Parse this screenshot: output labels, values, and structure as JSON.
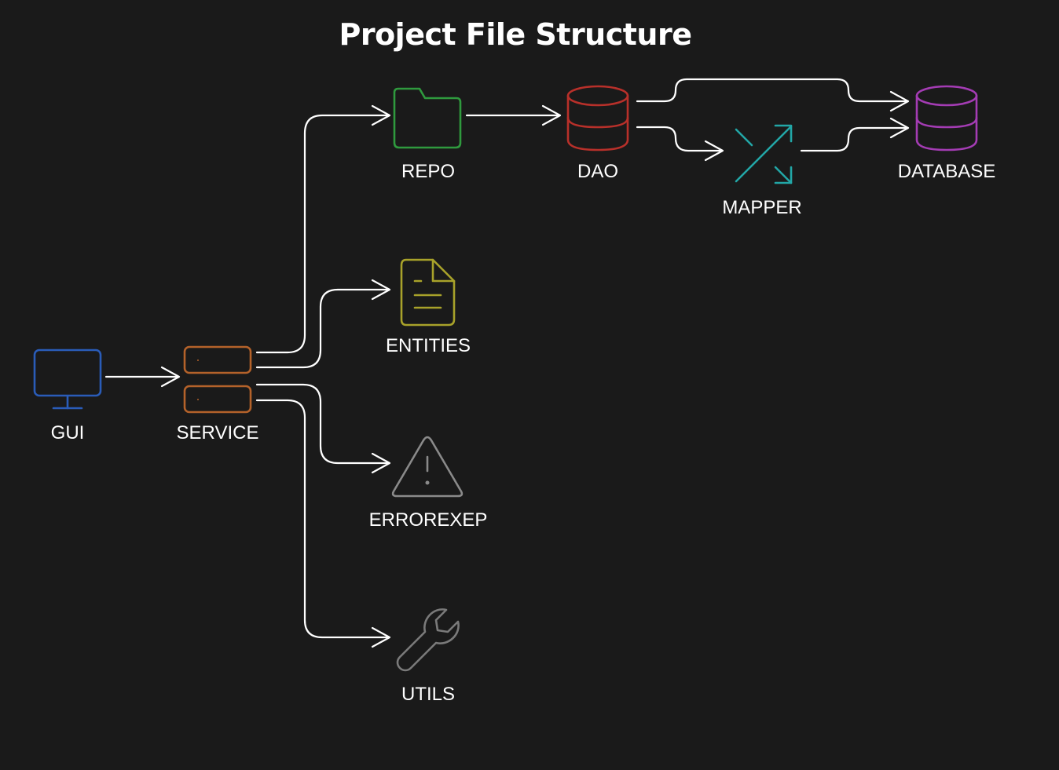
{
  "title": "Project File Structure",
  "colors": {
    "background": "#1a1a1a",
    "text": "#ffffff",
    "connector": "#ffffff",
    "gui": "#2a5cb8",
    "service": "#b4622a",
    "repo": "#2f9a3e",
    "dao": "#b8302a",
    "mapper": "#22a6a6",
    "database": "#a43cb4",
    "entities": "#a8a22a",
    "errorexep": "#8a8a8a",
    "utils": "#7a7a7a"
  },
  "nodes": {
    "gui": {
      "label": "GUI",
      "icon": "monitor-icon"
    },
    "service": {
      "label": "SERVICE",
      "icon": "server-icon"
    },
    "repo": {
      "label": "REPO",
      "icon": "folder-icon"
    },
    "dao": {
      "label": "DAO",
      "icon": "database-icon"
    },
    "mapper": {
      "label": "MAPPER",
      "icon": "shuffle-icon"
    },
    "database": {
      "label": "DATABASE",
      "icon": "database-icon"
    },
    "entities": {
      "label": "ENTITIES",
      "icon": "file-icon"
    },
    "errorexep": {
      "label": "ERROREXEP",
      "icon": "warning-icon"
    },
    "utils": {
      "label": "UTILS",
      "icon": "wrench-icon"
    }
  }
}
